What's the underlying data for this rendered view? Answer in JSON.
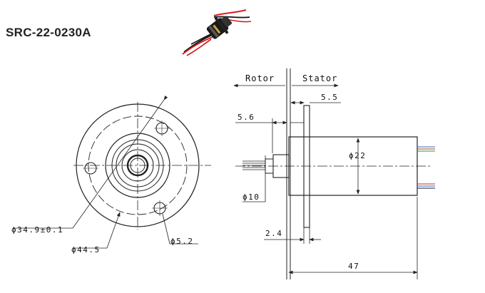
{
  "title": "SRC-22-0230A",
  "photo": {
    "description_icon": "slip-ring-photo"
  },
  "labels": {
    "rotor": "Rotor",
    "stator": "Stator"
  },
  "dimensions": {
    "d_34_9": "ϕ34.9±0.1",
    "d_44_5": "ϕ44.5",
    "d_5_2": "ϕ5.2",
    "l_5_5": "5.5",
    "l_5_6": "5.6",
    "d_22": "ϕ22",
    "d_10": "ϕ10",
    "l_2_4": "2.4",
    "l_47": "47"
  },
  "colors": {
    "line": "#222222",
    "wire_red": "#d42020",
    "wire_black": "#111111"
  }
}
